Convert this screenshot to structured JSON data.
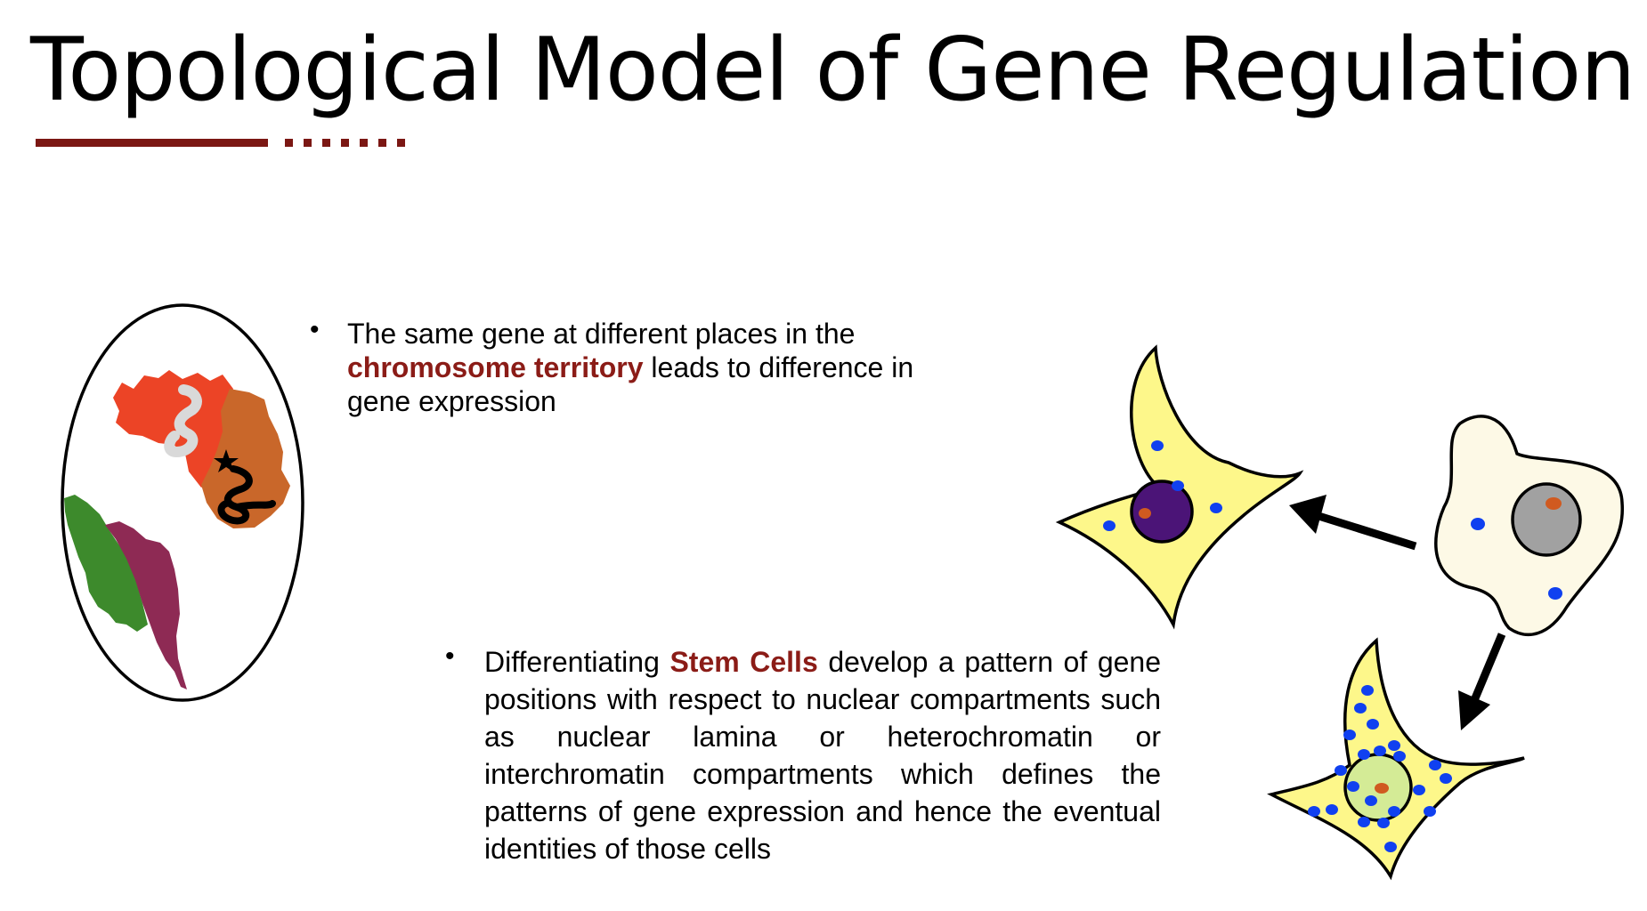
{
  "slide": {
    "title": "Topological Model of Gene Regulation"
  },
  "bullets": {
    "first": {
      "before": "The same gene at different places in the ",
      "highlight": "chromosome territory",
      "after": " leads to difference in gene expression"
    },
    "second": {
      "before": "Differentiating ",
      "highlight": "Stem Cells",
      "after": " develop a pattern of gene positions with respect to nuclear compartments such as nuclear lamina or heterochromatin or interchromatin compartments which defines the patterns of gene expression and hence the eventual identities of those cells"
    }
  },
  "colors": {
    "accent": "#7b1713",
    "highlight_text": "#8b1c17",
    "cell_yellow": "#fdf78a",
    "cell_cream": "#fdf9e6",
    "blue_dot": "#1040f0",
    "orange_dot": "#d05a20",
    "territory_red": "#ec4426",
    "territory_orange": "#c9672a",
    "territory_green": "#3d8a2c",
    "territory_maroon": "#8e2a54"
  }
}
